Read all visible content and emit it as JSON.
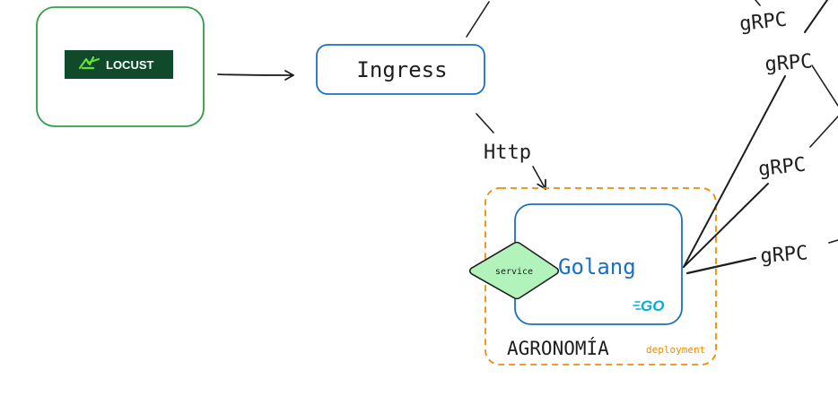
{
  "diagram": {
    "nodes": {
      "locust": {
        "logo_text": "LOCUST",
        "border_color": "#2f9e44",
        "logo_bg": "#0f4a2a",
        "logo_fg": "#ffffff",
        "logo_icon_color": "#69db3b"
      },
      "ingress": {
        "label": "Ingress",
        "border_color": "#1971c2"
      },
      "agronomia": {
        "title": "AGRONOMÍA",
        "tag": "deployment",
        "border_color": "#f08c00"
      },
      "golang": {
        "label": "Golang",
        "logo_text": "GO",
        "border_color": "#1971c2",
        "text_color": "#1971c2",
        "logo_color": "#00add8"
      },
      "service": {
        "label": "service",
        "fill": "#b2f2bb"
      }
    },
    "edge_labels": {
      "http": "Http",
      "grpc_1": "gRPC",
      "grpc_2": "gRPC",
      "grpc_3": "gRPC",
      "grpc_4": "gRPC"
    },
    "colors": {
      "stroke": "#1e1e1e",
      "background": "#ffffff"
    }
  }
}
